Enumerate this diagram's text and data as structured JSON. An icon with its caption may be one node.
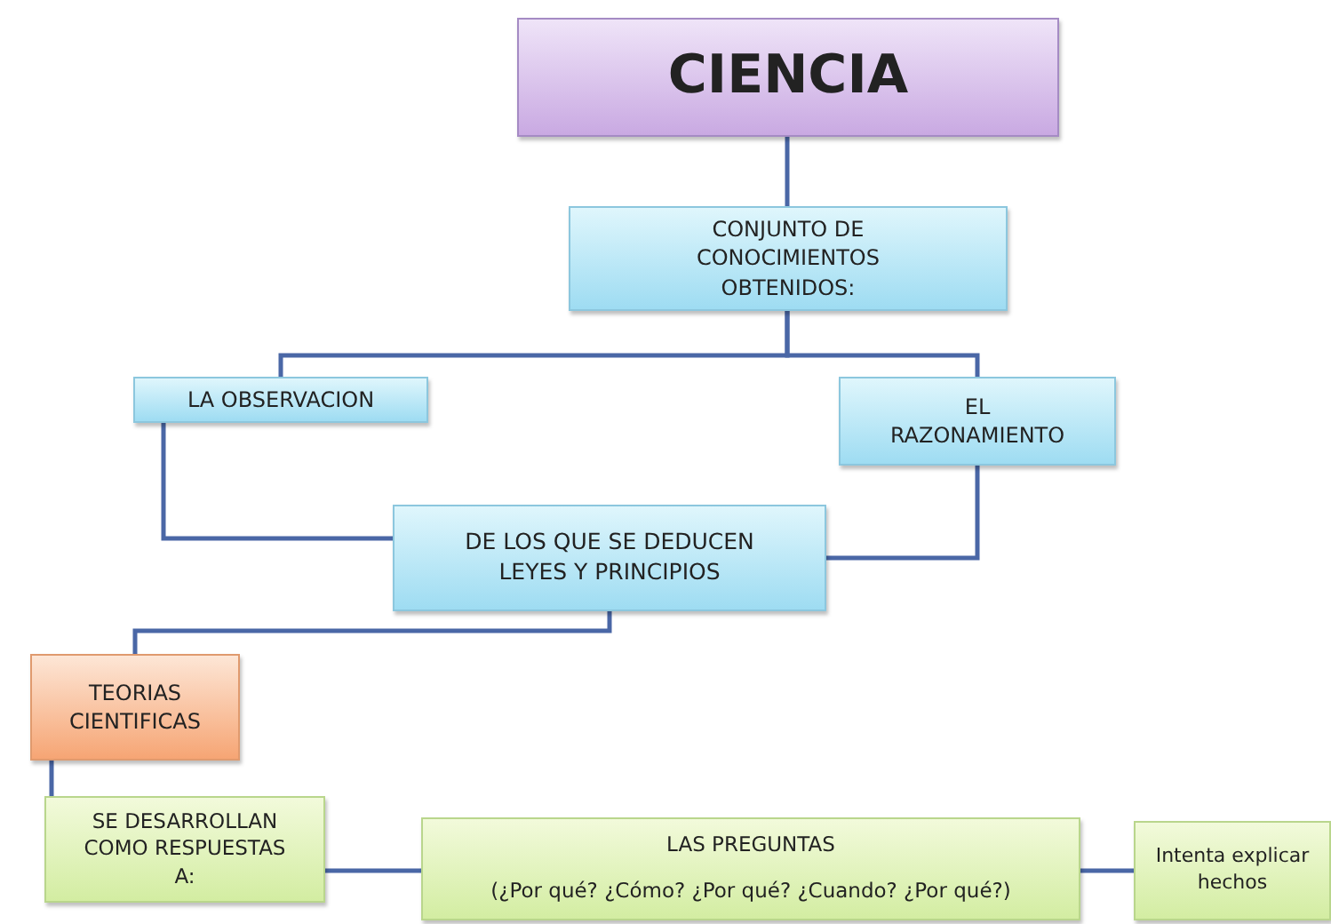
{
  "diagram": {
    "nodes": [
      {
        "text": [
          "CIENCIA"
        ]
      },
      {
        "text": [
          "CONJUNTO DE CONOCIMIENTOS OBTENIDOS:"
        ]
      },
      {
        "text": [
          "LA OBSERVACION"
        ]
      },
      {
        "text": [
          "EL RAZONAMIENTO"
        ]
      },
      {
        "text": [
          "DE LOS QUE SE DEDUCEN LEYES Y PRINCIPIOS"
        ]
      },
      {
        "text": [
          "TEORIAS CIENTIFICAS"
        ]
      },
      {
        "text": [
          "SE DESARROLLAN COMO RESPUESTAS A:"
        ]
      },
      {
        "text": [
          "LAS PREGUNTAS",
          "(¿Por qué? ¿Cómo? ¿Por qué? ¿Cuando? ¿Por qué?)"
        ]
      },
      {
        "text": [
          "Intenta explicar hechos"
        ]
      }
    ],
    "edges": [
      {
        "from": 0,
        "to": 1,
        "arrow": "none"
      },
      {
        "from": 1,
        "to": 2,
        "arrow": "none"
      },
      {
        "from": 1,
        "to": 3,
        "arrow": "none"
      },
      {
        "from": 2,
        "to": 4,
        "arrow": "none"
      },
      {
        "from": 3,
        "to": 4,
        "arrow": "none"
      },
      {
        "from": 4,
        "to": 5,
        "arrow": "none"
      },
      {
        "from": 5,
        "to": 6,
        "arrow": "none"
      },
      {
        "from": 6,
        "to": 7,
        "arrow": "none"
      },
      {
        "from": 7,
        "to": 8,
        "arrow": "none"
      }
    ]
  }
}
